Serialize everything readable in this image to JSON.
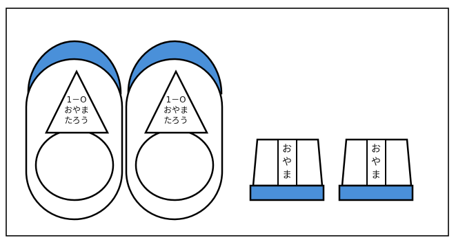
{
  "illustration": {
    "accent_color": "#4a90d9",
    "stroke_color": "#000000",
    "background_color": "#ffffff",
    "shoes": [
      {
        "name_tag_lines": [
          "1－O",
          "おやま",
          "たろう"
        ]
      },
      {
        "name_tag_lines": [
          "1－O",
          "おやま",
          "たろう"
        ]
      }
    ],
    "heels": [
      {
        "name_tag_chars": [
          "お",
          "や",
          "ま"
        ]
      },
      {
        "name_tag_chars": [
          "お",
          "や",
          "ま"
        ]
      }
    ]
  }
}
